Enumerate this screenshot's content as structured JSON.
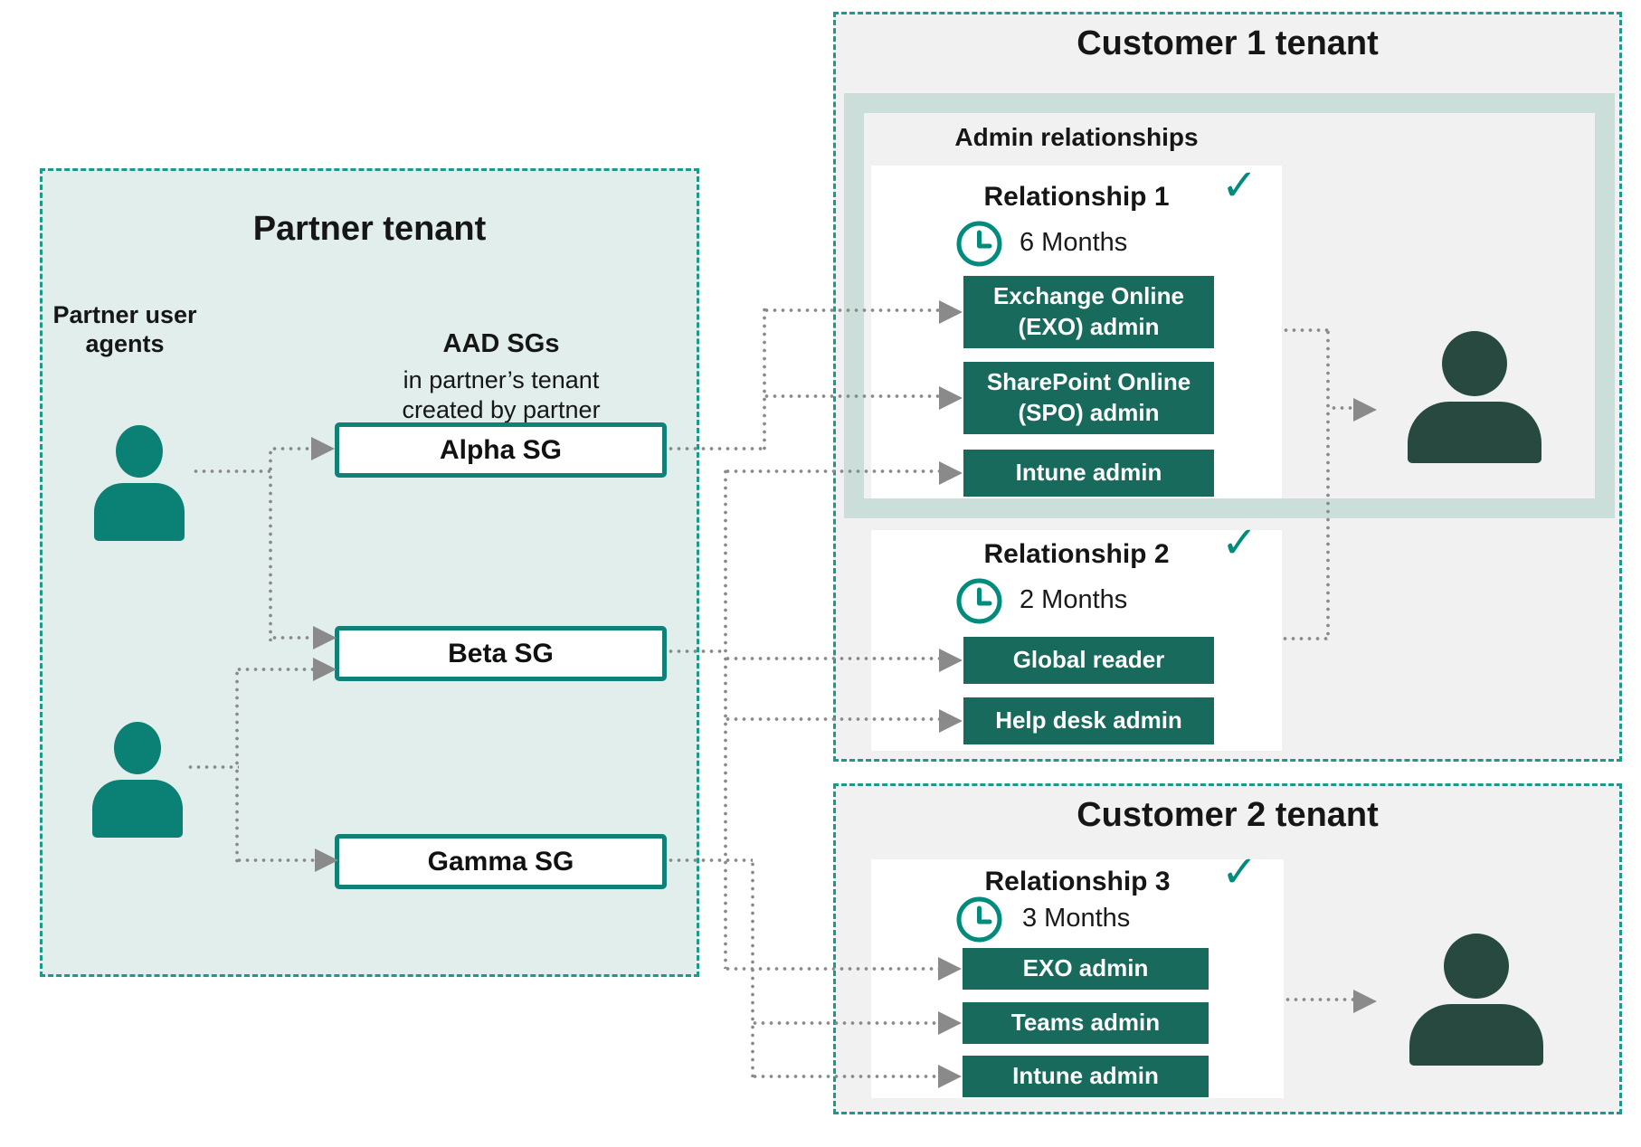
{
  "colors": {
    "partner_bg": "#E1EEEB",
    "customer_bg": "#F1F1F1",
    "panel_bg": "#CBDED9",
    "dashed_border_teal": "#1E988A",
    "sg_border_teal": "#0F8176",
    "role_button_teal": "#186A5D",
    "icon_teal": "#008B7C",
    "agent_teal": "#0A8174",
    "person_dark": "#27493F",
    "connector_gray": "#8A8A8A"
  },
  "icons": {
    "check": "✓"
  },
  "partner_tenant": {
    "title": "Partner tenant",
    "agents_label": "Partner user agents",
    "aad_heading": "AAD SGs",
    "aad_sub1": "in partner’s tenant",
    "aad_sub2": "created by partner",
    "security_groups": [
      "Alpha SG",
      "Beta SG",
      "Gamma SG"
    ]
  },
  "customer1_tenant": {
    "title": "Customer 1 tenant",
    "admin_relationships_label": "Admin relationships",
    "relationships": [
      {
        "name": "Relationship 1",
        "duration": "6 Months",
        "roles": [
          "Exchange Online (EXO) admin",
          "SharePoint Online (SPO) admin",
          "Intune admin"
        ]
      },
      {
        "name": "Relationship 2",
        "duration": "2 Months",
        "roles": [
          "Global reader",
          "Help desk admin"
        ]
      }
    ]
  },
  "customer2_tenant": {
    "title": "Customer 2 tenant",
    "relationships": [
      {
        "name": "Relationship 3",
        "duration": "3 Months",
        "roles": [
          "EXO admin",
          "Teams admin",
          "Intune admin"
        ]
      }
    ]
  }
}
